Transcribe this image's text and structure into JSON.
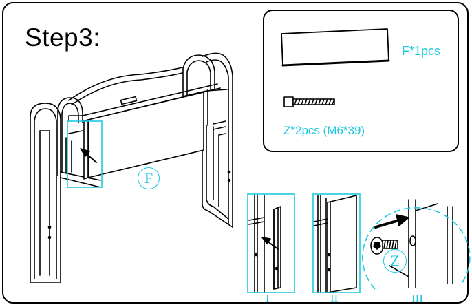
{
  "step": {
    "title": "Step3:"
  },
  "parts": {
    "panel": {
      "label": "F*1pcs"
    },
    "screw": {
      "label": "Z*2pcs (M6*39)"
    }
  },
  "callouts": {
    "panel": "F",
    "screw": "Z"
  },
  "details": {
    "labels": [
      "I",
      "II",
      "III"
    ]
  },
  "colors": {
    "line": "#000000",
    "highlight": "#1ec8e0"
  }
}
